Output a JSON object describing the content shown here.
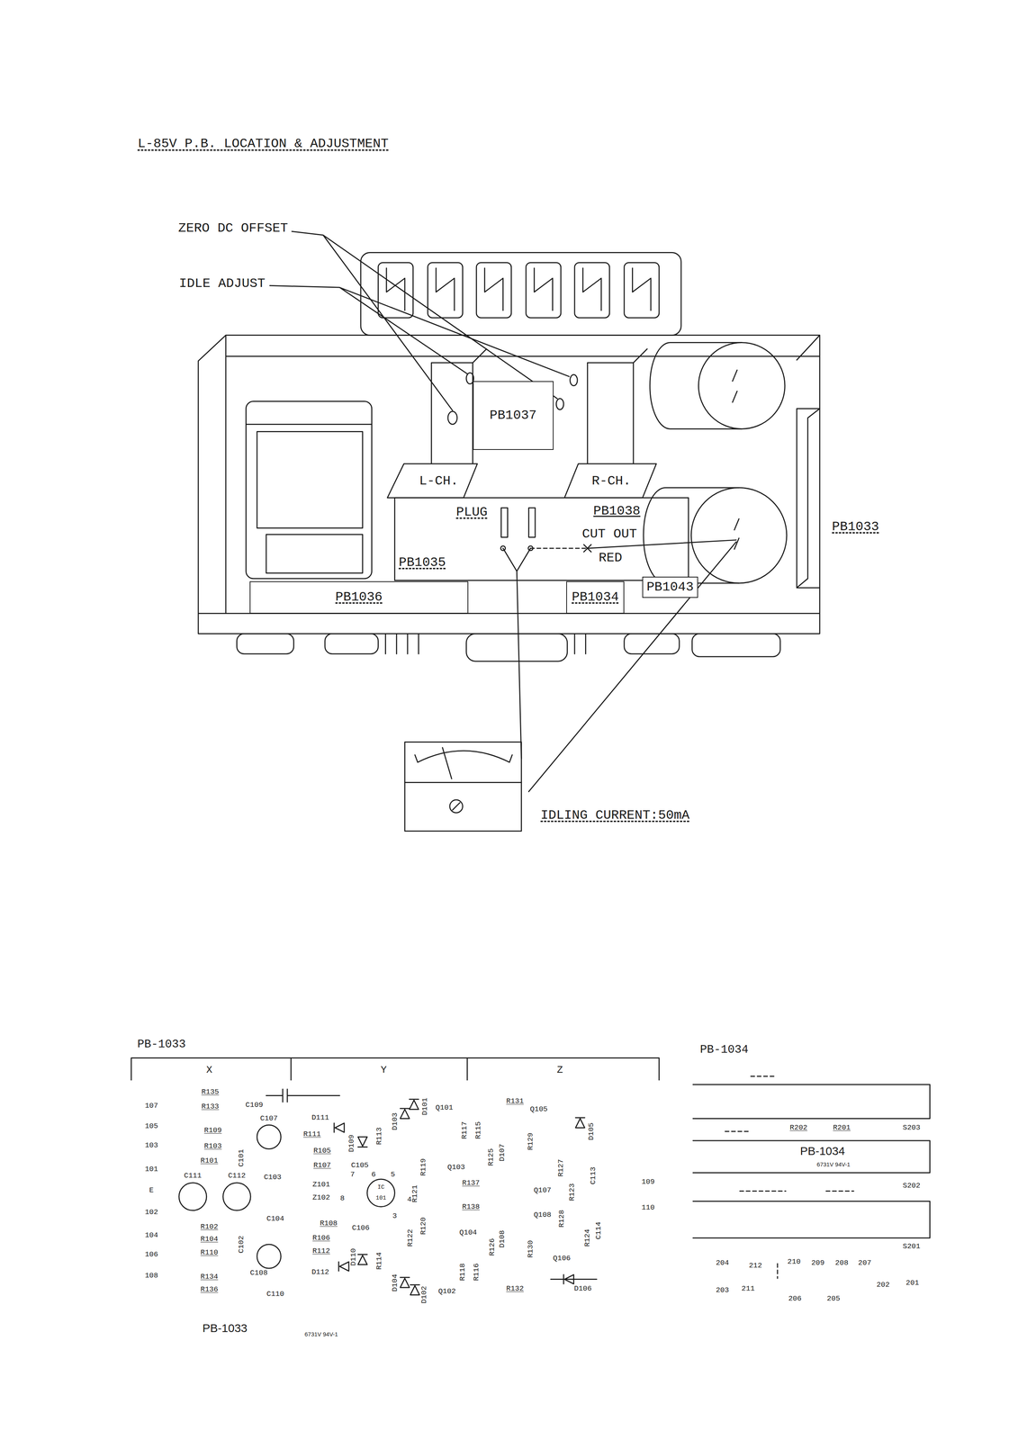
{
  "diagram": {
    "title": "L-85V P.B. LOCATION & ADJUSTMENT",
    "nodes": [
      {
        "text": [
          "PB1037"
        ]
      },
      {
        "text": [
          "PB1036"
        ]
      },
      {
        "text": [
          "PB1034"
        ]
      },
      {
        "text": [
          "PB1043"
        ]
      }
    ],
    "labels": [
      "ZERO DC OFFSET",
      "IDLE ADJUST",
      "L-CH.",
      "R-CH.",
      "PLUG",
      "PB1038",
      "CUT OUT",
      "RED",
      "PB1033",
      "PB1035",
      "IDLING CURRENT:50mA",
      "PB-1033",
      "X",
      "Y",
      "Z",
      "107",
      "105",
      "103",
      "101",
      "E",
      "102",
      "104",
      "106",
      "108",
      "109",
      "110",
      "R135",
      "R133",
      "C109",
      "D111",
      "D101",
      "Q101",
      "R131",
      "R109",
      "C107",
      "R111",
      "D109",
      "R113",
      "D103",
      "R117",
      "R115",
      "Q105",
      "D105",
      "R103",
      "R101",
      "C101",
      "R105",
      "R107",
      "C105",
      "R119",
      "Q103",
      "R125",
      "D107",
      "R129",
      "R127",
      "C113",
      "C111",
      "C112",
      "C103",
      "7",
      "6",
      "5",
      "IC",
      "101",
      "R121",
      "R137",
      "Q107",
      "R123",
      "Z101",
      "Z102",
      "8",
      "4",
      "R138",
      "Q108",
      "R128",
      "C104",
      "R108",
      "3",
      "C106",
      "R120",
      "Q104",
      "D108",
      "R126",
      "R124",
      "C114",
      "R102",
      "R104",
      "C102",
      "R106",
      "R122",
      "R110",
      "R112",
      "D110",
      "R114",
      "R130",
      "Q106",
      "R118",
      "R116",
      "R134",
      "R136",
      "C108",
      "D112",
      "C110",
      "D104",
      "D102",
      "Q102",
      "R132",
      "D106",
      "PB-1033",
      "6731V 94V-1",
      "PB-1034",
      "PB-1034",
      "6731V 94V-1",
      "R202",
      "R201",
      "S203",
      "S202",
      "S201",
      "204",
      "212",
      "210",
      "209",
      "208",
      "207",
      "201",
      "202",
      "203",
      "211",
      "206",
      "205"
    ]
  }
}
